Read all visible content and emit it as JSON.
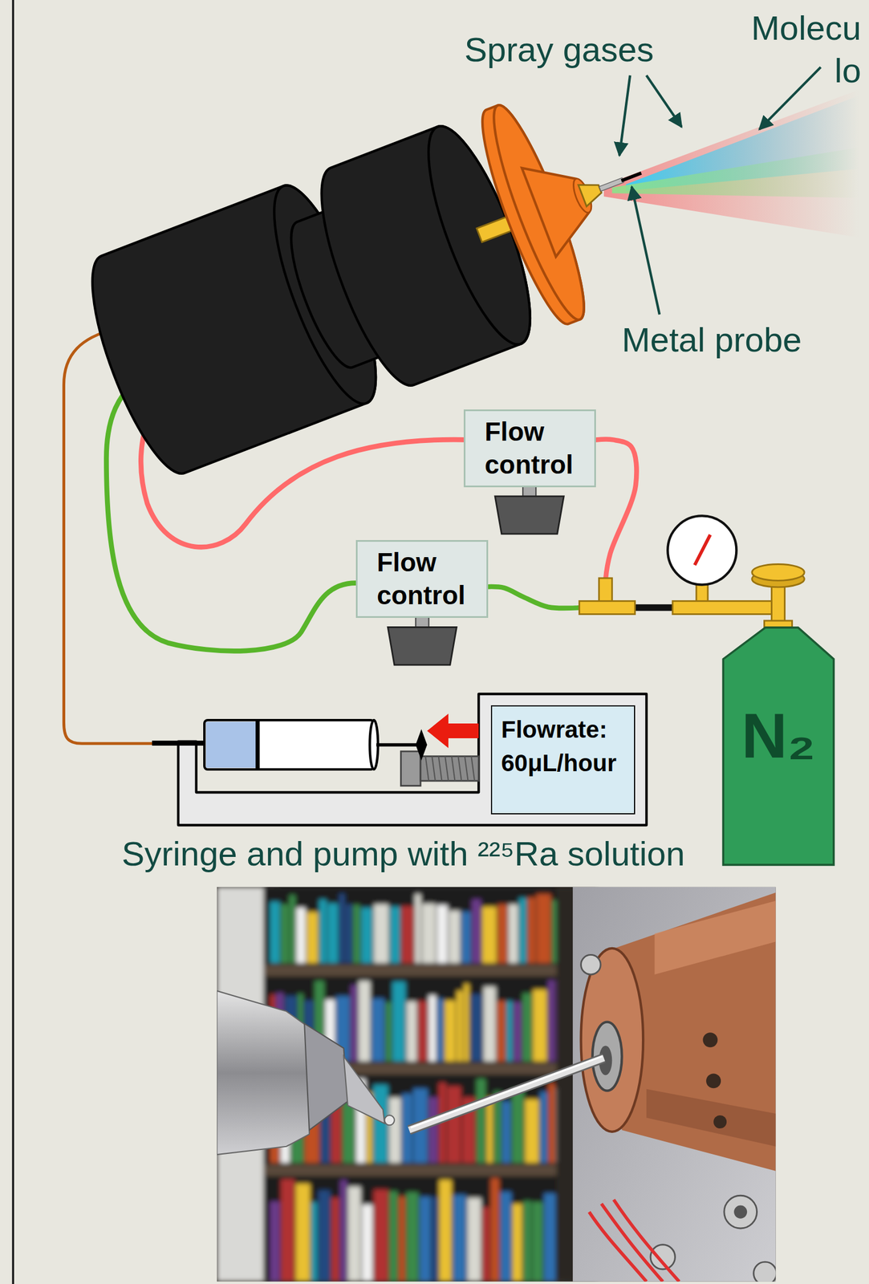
{
  "diagram": {
    "nodes": [
      {
        "text": [
          "Flow control"
        ]
      },
      {
        "text": [
          "Flow control"
        ]
      },
      {
        "text": [
          "Syringe and pump with ²²⁵Ra solution"
        ]
      },
      {
        "text": [
          "Flowrate: 60μL/hour"
        ],
        "in": 2
      },
      {
        "text": [
          "N₂"
        ]
      }
    ],
    "edges": [
      {
        "from": 4,
        "to": 0,
        "arrow": "none"
      },
      {
        "from": 4,
        "to": 1,
        "arrow": "none"
      }
    ],
    "labels": [
      "Spray gases",
      "Molecu lo",
      "Metal probe"
    ]
  }
}
